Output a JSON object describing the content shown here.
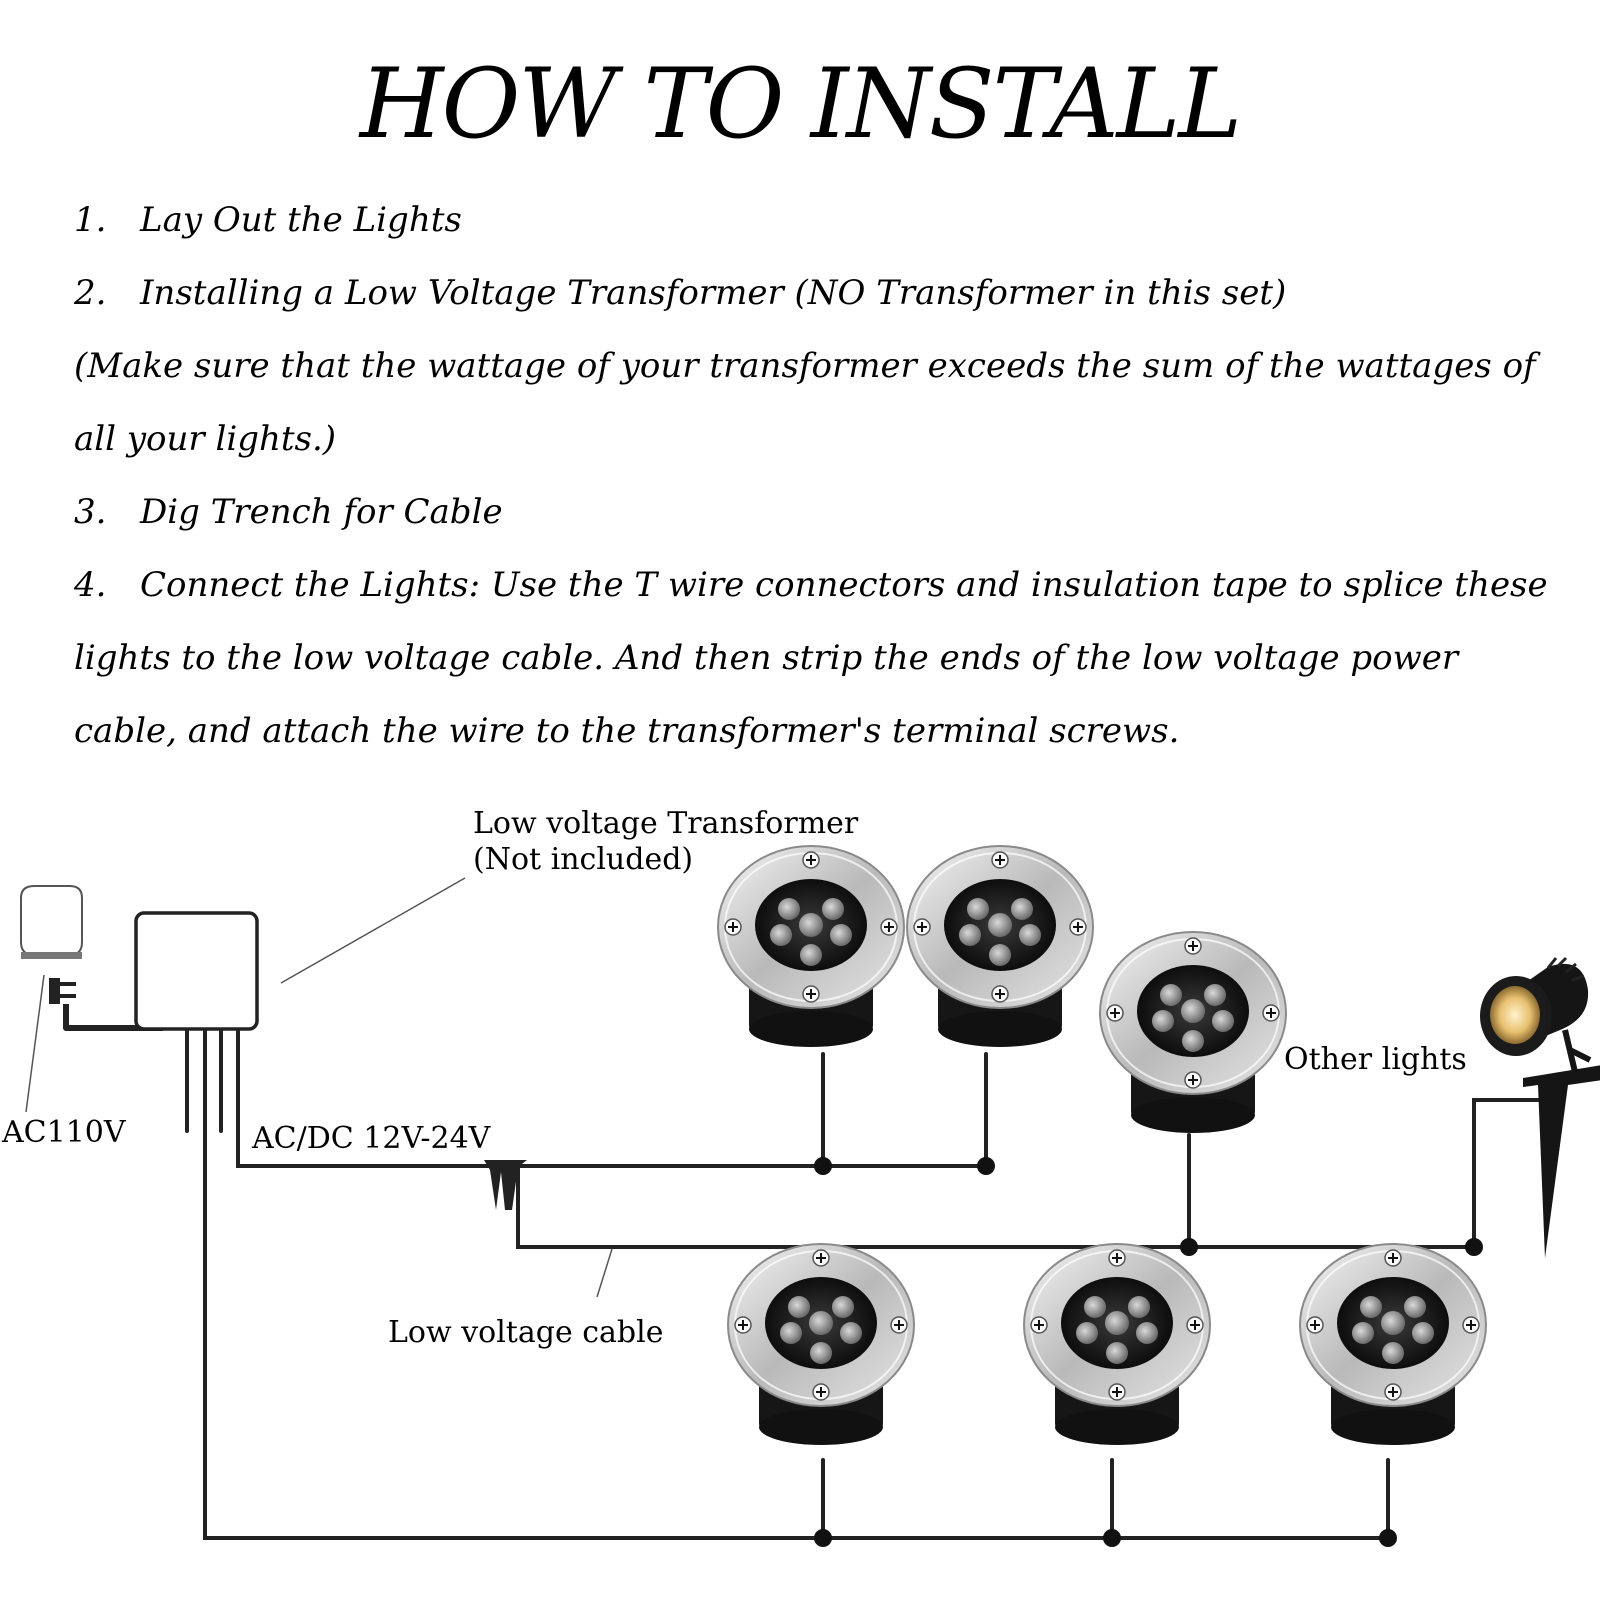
{
  "title": "HOW TO INSTALL",
  "steps": [
    {
      "num": "1.",
      "text": "Lay Out the Lights"
    },
    {
      "num": "2.",
      "text": "Installing a Low Voltage Transformer (NO Transformer in this set)"
    },
    {
      "num": "",
      "text": "(Make sure that the wattage of your transformer exceeds the sum of the wattages of all your lights.)"
    },
    {
      "num": "3.",
      "text": "Dig Trench for Cable"
    },
    {
      "num": "4.",
      "text": "Connect the Lights: Use the T wire connectors and insulation tape to splice these lights to the low voltage cable. And then strip the ends of the low voltage power cable, and attach the wire to the transformer's terminal screws."
    }
  ],
  "diagram": {
    "ac_label": "AC110V",
    "transformer_label_line1": "Low voltage Transformer",
    "transformer_label_line2": "(Not included)",
    "output_label": "AC/DC 12V-24V",
    "cable_label": "Low voltage cable",
    "other_lights_label": "Other lights"
  }
}
